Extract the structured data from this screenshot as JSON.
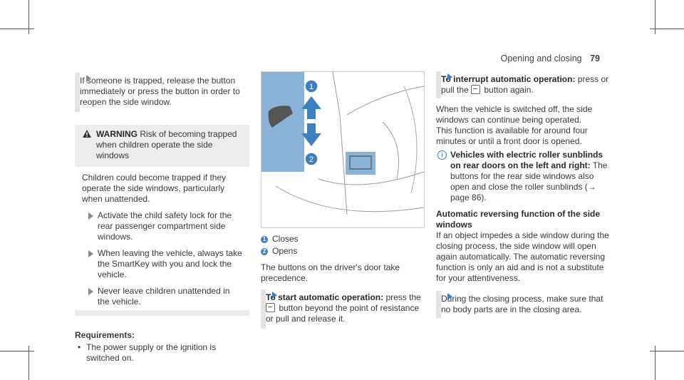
{
  "header": {
    "section": "Opening and closing",
    "page": "79"
  },
  "col1": {
    "step1": "If someone is trapped, release the button immediately or press the button in order to reopen the side window.",
    "warning": {
      "label": "WARNING",
      "title": "Risk of becoming trapped when children operate the side windows",
      "text": "Children could become trapped if they operate the side windows, particularly when unattended.",
      "steps": [
        "Activate the child safety lock for the rear passenger compartment side windows.",
        "When leaving the vehicle, always take the SmartKey with you and lock the vehicle.",
        "Never leave children unattended in the vehicle."
      ]
    },
    "req_title": "Requirements:",
    "req_bullet": "The power supply or the ignition is switched on."
  },
  "col2": {
    "legend": [
      {
        "n": "1",
        "label": "Closes"
      },
      {
        "n": "2",
        "label": "Opens"
      }
    ],
    "para": "The buttons on the driver's door take precedence.",
    "step_bold": "To start automatic operation:",
    "step_rest_a": " press the",
    "step_rest_b": " button beyond the point of resistance or pull and release it."
  },
  "col3": {
    "step_bold": "To interrupt automatic operation:",
    "step_rest_a": " press or pull the",
    "step_rest_b": " button again.",
    "p1": "When the vehicle is switched off, the side windows can continue being operated.",
    "p2": "This function is available for around four minutes or until a front door is opened.",
    "info_bold": "Vehicles with electric roller sunblinds on rear doors on the left and right:",
    "info_rest": " The buttons for the rear side windows also open and close the roller sunblinds (→ page 86).",
    "head": "Automatic reversing function of the side windows",
    "p3": "If an object impedes a side window during the closing process, the side window will open again automatically. The automatic reversing function is only an aid and is not a substitute for your attentiveness.",
    "step2": "During the closing process, make sure that no body parts are in the closing area."
  },
  "colors": {
    "accent": "#3d7fbf",
    "figure_blue": "#8bb3d8",
    "bar": "#e4e4e4"
  }
}
